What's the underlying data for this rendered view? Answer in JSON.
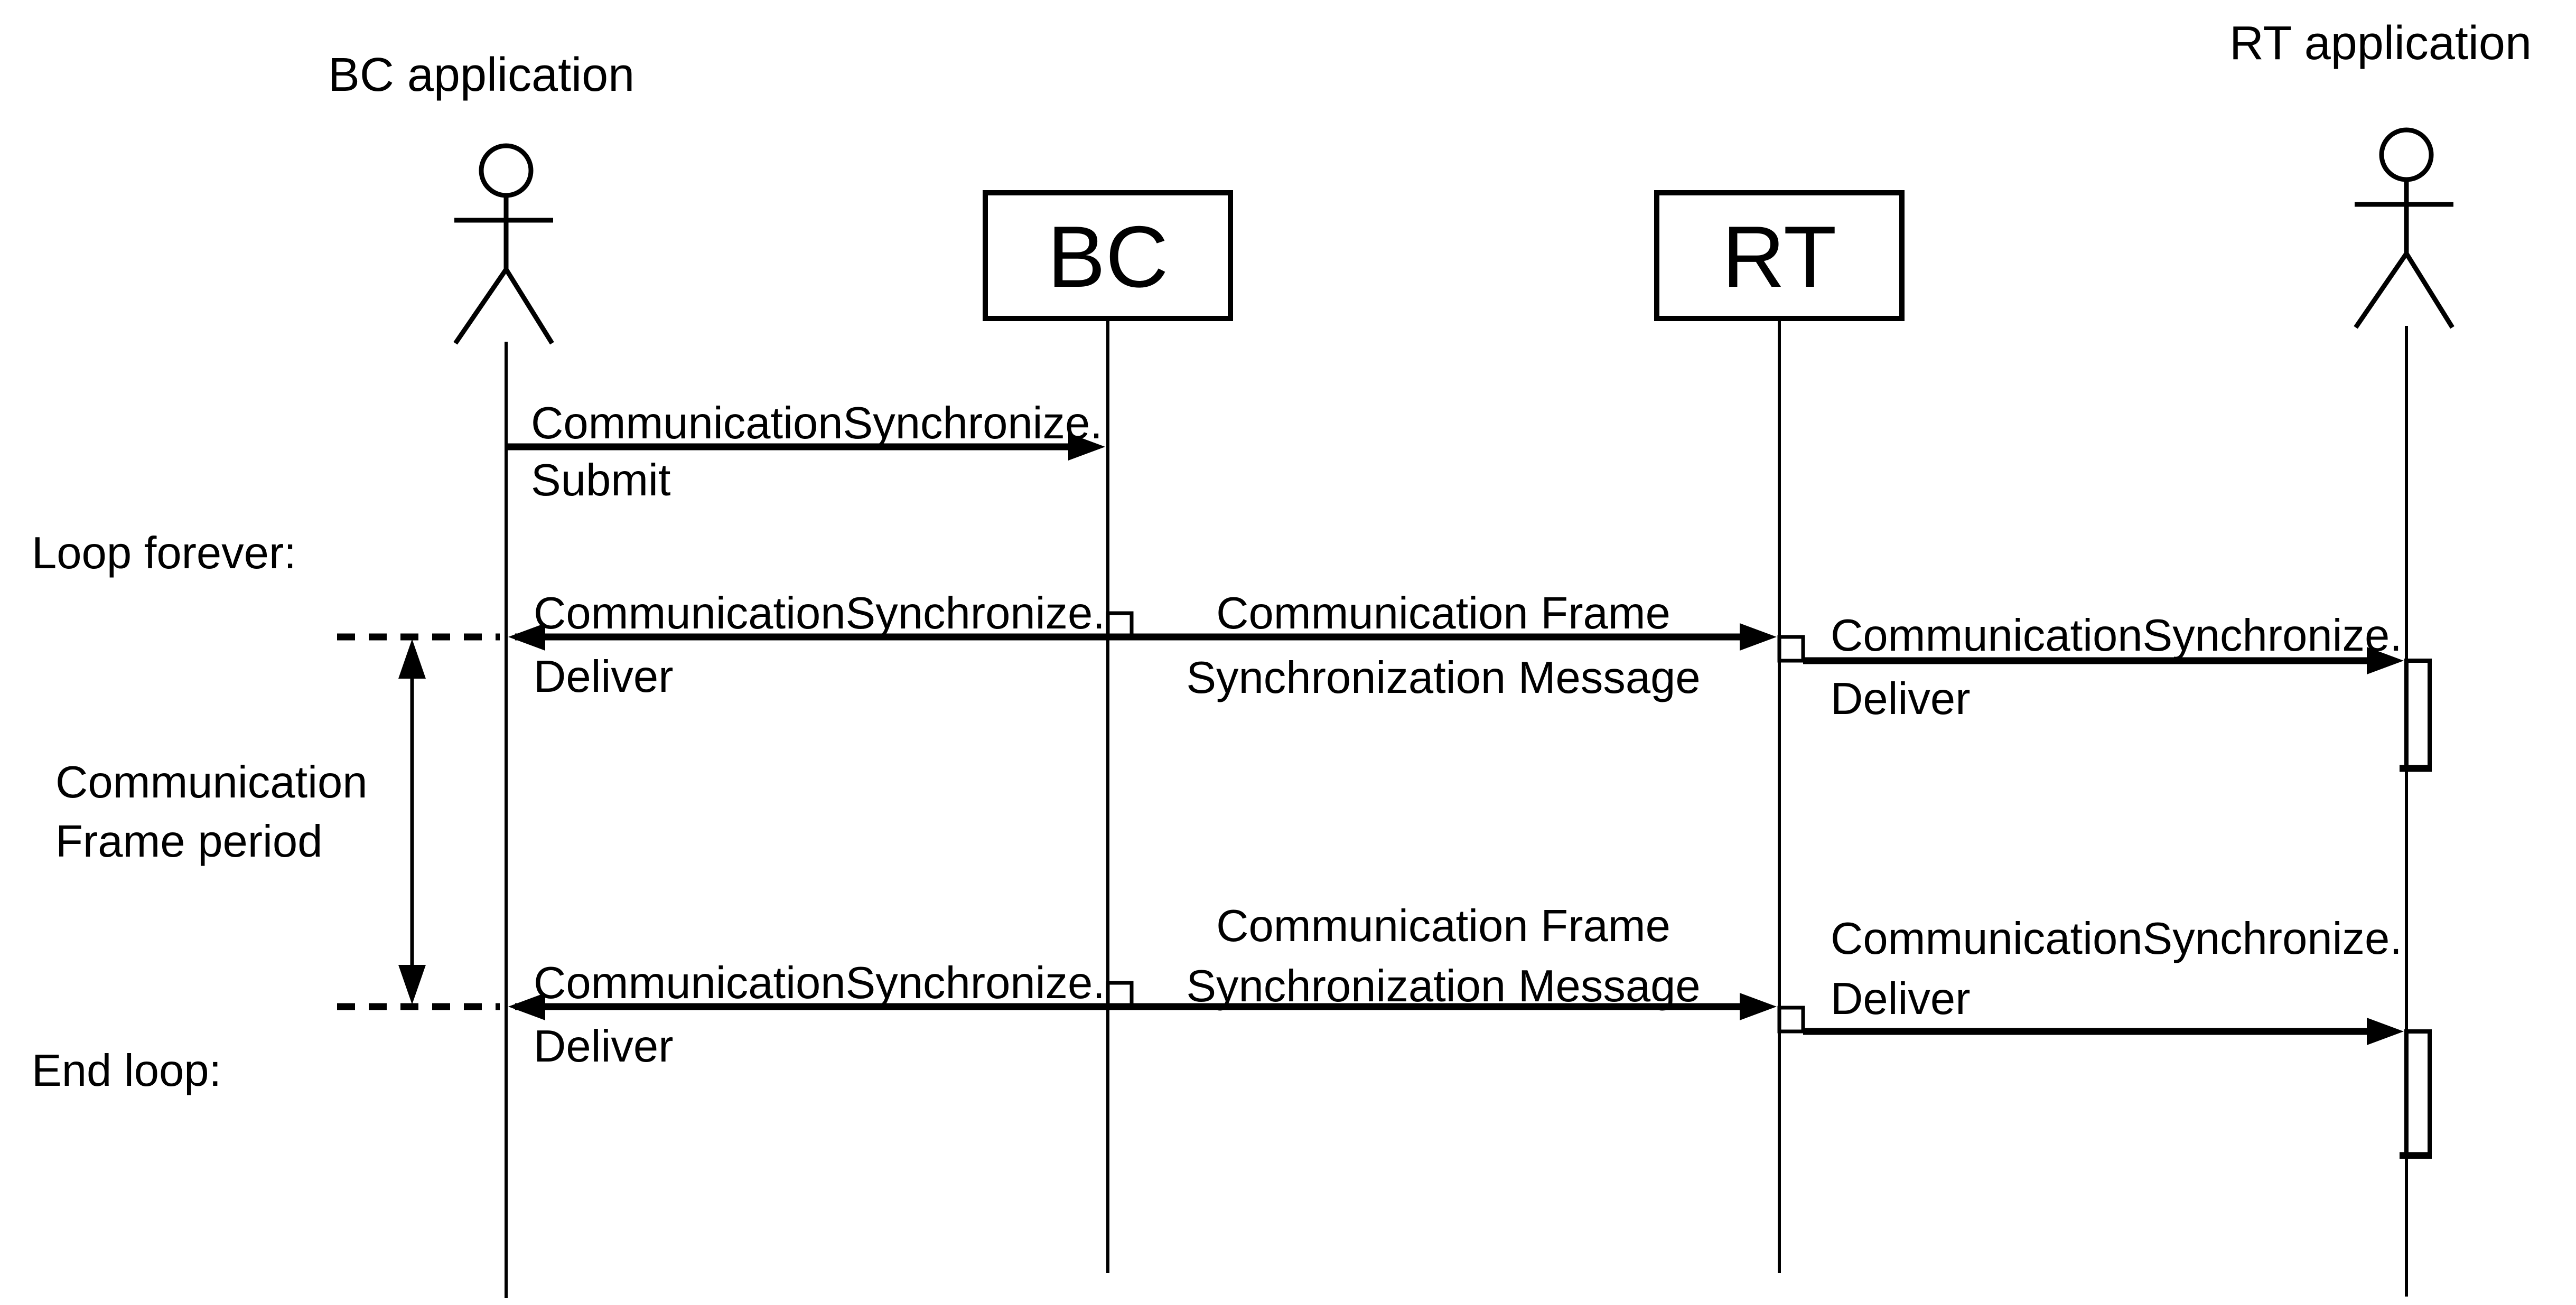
{
  "diagram_type": "uml-sequence-diagram",
  "colors": {
    "foreground": "#000000",
    "background": "#ffffff"
  },
  "participants": [
    {
      "id": "bc-application",
      "label": "BC application",
      "kind": "actor"
    },
    {
      "id": "bc",
      "label": "BC",
      "kind": "object"
    },
    {
      "id": "rt",
      "label": "RT",
      "kind": "object"
    },
    {
      "id": "rt-application",
      "label": "RT application",
      "kind": "actor"
    }
  ],
  "messages": [
    {
      "from": "BC application",
      "to": "BC",
      "line1": "CommunicationSynchronize.",
      "line2": "Submit"
    },
    {
      "from": "BC",
      "to": "BC application",
      "line1": "CommunicationSynchronize.",
      "line2": "Deliver"
    },
    {
      "from": "BC",
      "to": "RT",
      "line1": "Communication Frame",
      "line2": "Synchronization Message"
    },
    {
      "from": "RT",
      "to": "RT application",
      "line1": "CommunicationSynchronize.",
      "line2": "Deliver"
    },
    {
      "from": "BC",
      "to": "BC application",
      "line1": "CommunicationSynchronize.",
      "line2": "Deliver"
    },
    {
      "from": "BC",
      "to": "RT",
      "line1": "Communication Frame",
      "line2": "Synchronization Message"
    },
    {
      "from": "RT",
      "to": "RT application",
      "line1": "CommunicationSynchronize.",
      "line2": "Deliver"
    }
  ],
  "annotations": {
    "loop_start": "Loop forever:",
    "loop_end": "End loop:",
    "period_line1": "Communication",
    "period_line2": "Frame period"
  }
}
